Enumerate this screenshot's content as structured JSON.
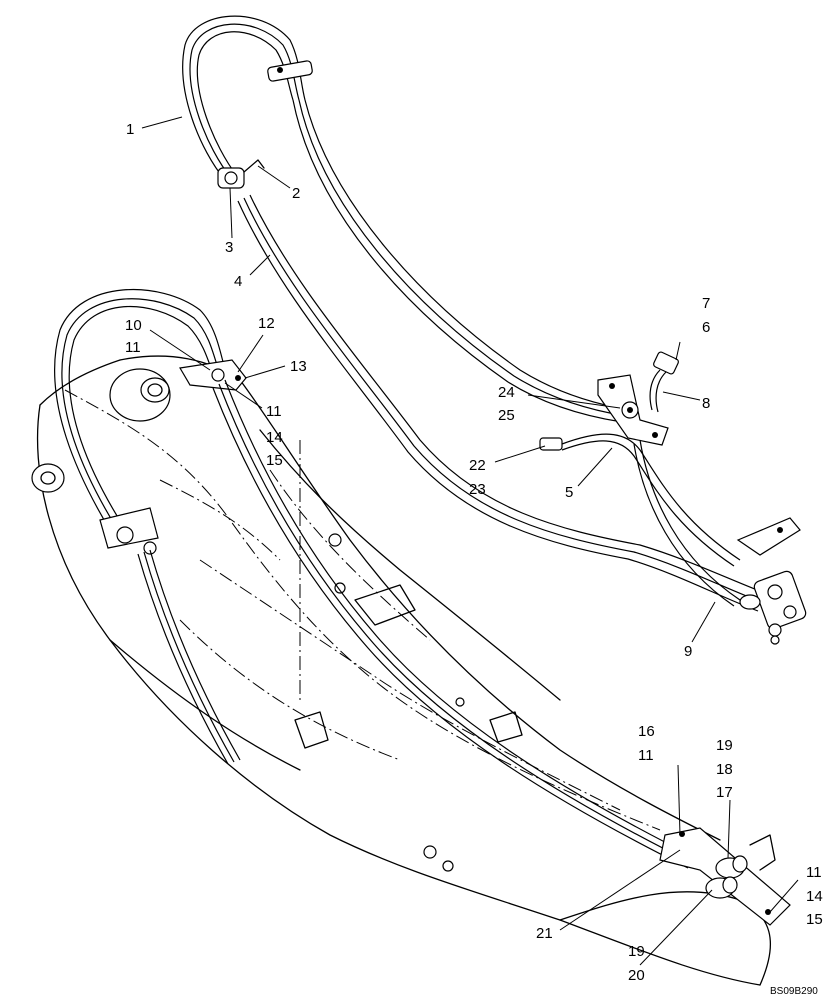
{
  "callouts": [
    {
      "id": "c1",
      "text": "1"
    },
    {
      "id": "c2",
      "text": "2"
    },
    {
      "id": "c3",
      "text": "3"
    },
    {
      "id": "c4",
      "text": "4"
    },
    {
      "id": "c5",
      "text": "5"
    },
    {
      "id": "c6",
      "text": "6"
    },
    {
      "id": "c7",
      "text": "7"
    },
    {
      "id": "c8",
      "text": "8"
    },
    {
      "id": "c9",
      "text": "9"
    },
    {
      "id": "c10",
      "text": "10"
    },
    {
      "id": "c11a",
      "text": "11"
    },
    {
      "id": "c12",
      "text": "12"
    },
    {
      "id": "c13",
      "text": "13"
    },
    {
      "id": "c11b",
      "text": "11"
    },
    {
      "id": "c14a",
      "text": "14"
    },
    {
      "id": "c15a",
      "text": "15"
    },
    {
      "id": "c24",
      "text": "24"
    },
    {
      "id": "c25",
      "text": "25"
    },
    {
      "id": "c22",
      "text": "22"
    },
    {
      "id": "c23",
      "text": "23"
    },
    {
      "id": "c16",
      "text": "16"
    },
    {
      "id": "c11c",
      "text": "11"
    },
    {
      "id": "c19a",
      "text": "19"
    },
    {
      "id": "c18",
      "text": "18"
    },
    {
      "id": "c17",
      "text": "17"
    },
    {
      "id": "c11d",
      "text": "11"
    },
    {
      "id": "c14b",
      "text": "14"
    },
    {
      "id": "c15b",
      "text": "15"
    },
    {
      "id": "c21",
      "text": "21"
    },
    {
      "id": "c19b",
      "text": "19"
    },
    {
      "id": "c20",
      "text": "20"
    }
  ],
  "reference_code": "BS09B290"
}
